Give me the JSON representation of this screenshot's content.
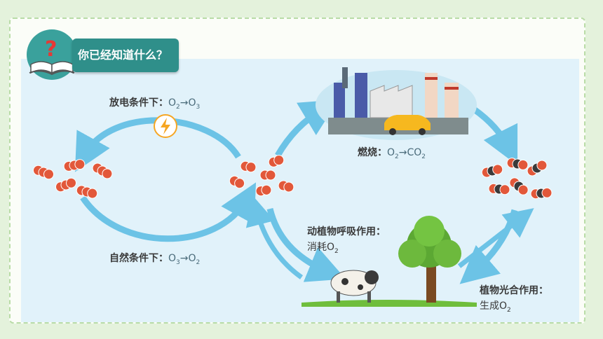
{
  "header": {
    "title": "你已经知道什么？",
    "badge_symbol": "?"
  },
  "labels": {
    "discharge": "放电条件下：",
    "discharge_formula_a": "O",
    "discharge_sub_a": "2",
    "discharge_arrow": "→",
    "discharge_formula_b": "O",
    "discharge_sub_b": "3",
    "natural": "自然条件下：",
    "natural_formula_a": "O",
    "natural_sub_a": "3",
    "natural_arrow": "→",
    "natural_formula_b": "O",
    "natural_sub_b": "2",
    "burning": "燃烧：",
    "burning_formula_a": "O",
    "burning_sub_a": "2",
    "burning_arrow": "→",
    "burning_formula_b": "CO",
    "burning_sub_b": "2",
    "respiration": "动植物呼吸作用：",
    "respiration_text": "消耗O",
    "respiration_sub": "2",
    "photosynthesis": "植物光合作用：",
    "photosynthesis_text": "生成O",
    "photosynthesis_sub": "2"
  },
  "molecules": {
    "ozone": "O3",
    "oxygen": "O2",
    "co2": "CO2"
  },
  "colors": {
    "arrow": "#6cc3e6",
    "molecule_red": "#e2583a",
    "co2_dark": "#3a3a3a",
    "accent": "#2f8f8a"
  },
  "icons": {
    "lightning": "lightning-icon",
    "factory": "factory-icon",
    "car": "car-icon",
    "cow": "cow-icon",
    "tree": "tree-icon",
    "book": "book-icon"
  }
}
